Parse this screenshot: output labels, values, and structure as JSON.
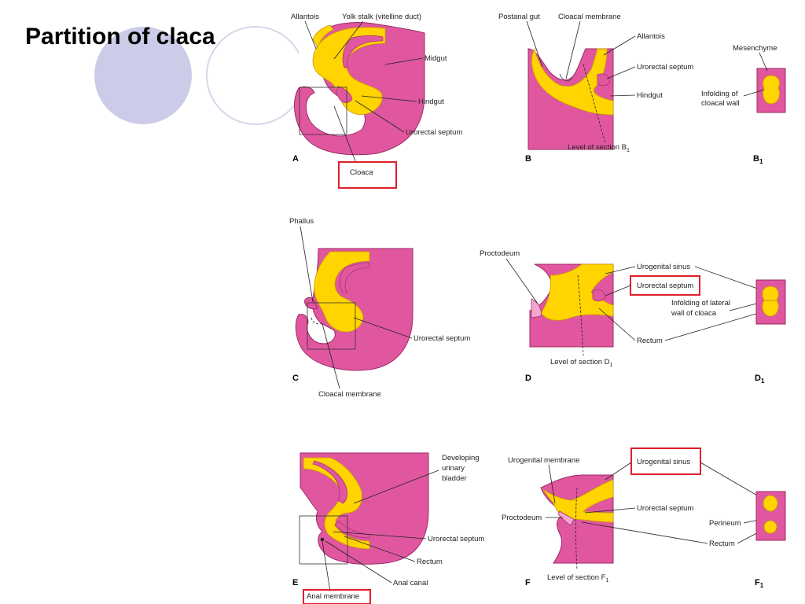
{
  "title": "Partition of claca",
  "panels": {
    "A": {
      "letter": "A",
      "labels": {
        "allantois": "Allantois",
        "yolk_stalk": "Yolk stalk (vitelline duct)",
        "midgut": "Midgut",
        "hindgut": "Hindgut",
        "urorectal_septum": "Urorectal septum",
        "cloaca": "Cloaca"
      }
    },
    "B": {
      "letter": "B",
      "labels": {
        "postanal_gut": "Postanal gut",
        "cloacal_membrane": "Cloacal membrane",
        "allantois": "Allantois",
        "urorectal_septum": "Urorectal septum",
        "hindgut": "Hindgut",
        "level_prefix": "Level of section B",
        "level_sub": "1"
      }
    },
    "B1": {
      "letter": "B",
      "sub": "1",
      "labels": {
        "mesenchyme": "Mesenchyme",
        "infolding_1": "Infolding of",
        "infolding_2": "cloacal wall"
      }
    },
    "C": {
      "letter": "C",
      "labels": {
        "phallus": "Phallus",
        "urorectal_septum": "Urorectal septum",
        "cloacal_membrane": "Cloacal membrane"
      }
    },
    "D": {
      "letter": "D",
      "labels": {
        "proctodeum": "Proctodeum",
        "urogenital_sinus": "Urogenital sinus",
        "urorectal_septum": "Urorectal septum",
        "infolding_1": "Infolding of lateral",
        "infolding_2": "wall of cloaca",
        "rectum": "Rectum",
        "level_prefix": "Level of section D",
        "level_sub": "1"
      }
    },
    "D1": {
      "letter": "D",
      "sub": "1"
    },
    "E": {
      "letter": "E",
      "labels": {
        "bladder_1": "Developing",
        "bladder_2": "urinary",
        "bladder_3": "bladder",
        "urorectal_septum": "Urorectal septum",
        "rectum": "Rectum",
        "anal_canal": "Anal canal",
        "anal_membrane": "Anal membrane"
      }
    },
    "F": {
      "letter": "F",
      "labels": {
        "urogenital_membrane": "Urogenital membrane",
        "urogenital_sinus": "Urogenital sinus",
        "urorectal_septum": "Urorectal septum",
        "proctodeum": "Proctodeum",
        "level_prefix": "Level of section F",
        "level_sub": "1"
      }
    },
    "F1": {
      "letter": "F",
      "sub": "1",
      "labels": {
        "perineum": "Perineum",
        "rectum": "Rectum"
      }
    }
  },
  "colors": {
    "tissue": "#e0579f",
    "endoderm": "#ffd400",
    "highlight_box": "#e0202a",
    "deco_circle": "#cccce8"
  }
}
